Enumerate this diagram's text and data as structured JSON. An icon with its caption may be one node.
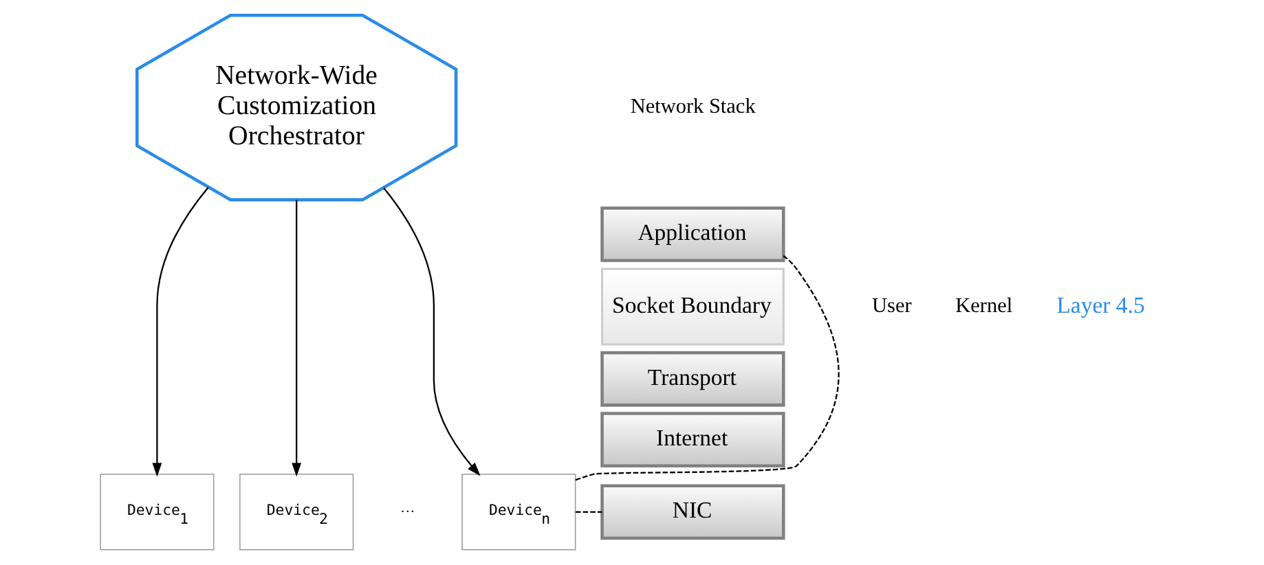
{
  "diagram": {
    "nodes": [
      {
        "text": [
          "Network-Wide Customization Orchestrator"
        ]
      },
      {
        "text": [
          "Device$_{1}$"
        ]
      },
      {
        "text": [
          "Device$_{2}$"
        ]
      },
      {
        "text": [
          "Device$_{n}$"
        ]
      },
      {
        "text": [
          "Application"
        ]
      },
      {
        "text": [
          "Socket Boundary"
        ]
      },
      {
        "text": [
          "Transport"
        ]
      },
      {
        "text": [
          "Internet"
        ]
      },
      {
        "text": [
          "NIC"
        ]
      }
    ],
    "edges": [
      {
        "from": 0,
        "to": 1,
        "arrow": "to"
      },
      {
        "from": 0,
        "to": 2,
        "arrow": "to"
      },
      {
        "from": 0,
        "to": 3,
        "arrow": "to"
      },
      {
        "from": 3,
        "to": 4,
        "arrow": "none",
        "style": "dashed"
      },
      {
        "from": 3,
        "to": 8,
        "arrow": "none",
        "style": "dashed"
      }
    ],
    "labels": [
      "Network Stack",
      "···",
      "User",
      "Kernel",
      "Layer 4.5"
    ]
  }
}
